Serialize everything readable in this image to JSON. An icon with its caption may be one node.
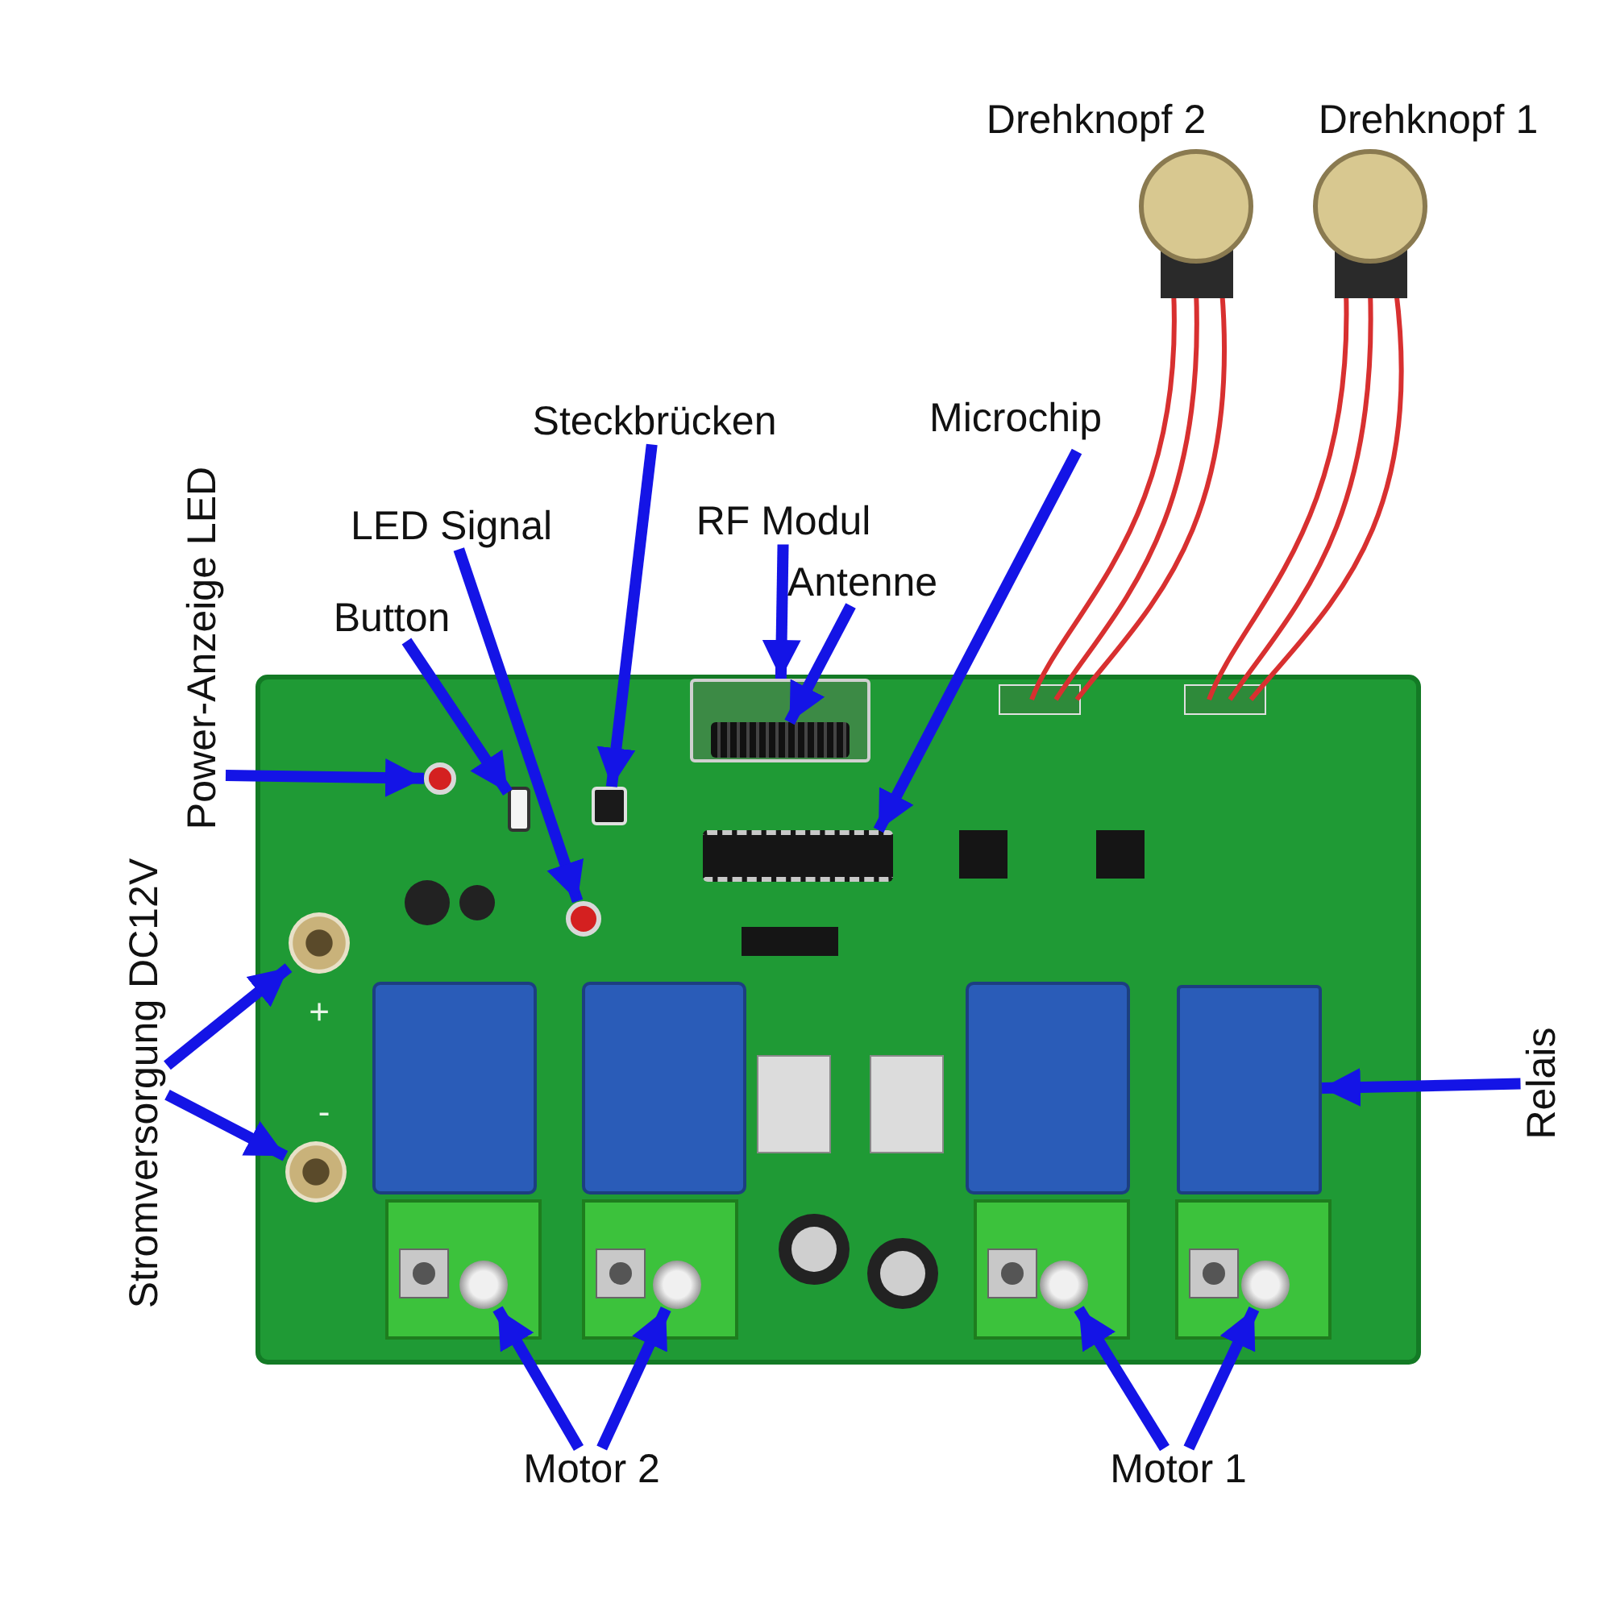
{
  "diagram": {
    "nodes": [
      {
        "text": [
          "Steckbrücken"
        ]
      },
      {
        "text": [
          "Microchip"
        ]
      },
      {
        "text": [
          "LED Signal"
        ]
      },
      {
        "text": [
          "RF Modul"
        ]
      },
      {
        "text": [
          "Antenne"
        ]
      },
      {
        "text": [
          "Button"
        ]
      },
      {
        "text": [
          "Power-Anzeige LED"
        ]
      },
      {
        "text": [
          "Stromversorgung DC12V"
        ]
      },
      {
        "text": [
          "Relais"
        ]
      },
      {
        "text": [
          "Motor 2"
        ]
      },
      {
        "text": [
          "Motor 1"
        ]
      },
      {
        "text": [],
        "shape": "box"
      },
      {
        "text": [],
        "shape": "box"
      },
      {
        "text": [],
        "shape": "circle"
      },
      {
        "text": [],
        "shape": "box"
      },
      {
        "text": [],
        "shape": "box",
        "in": 14
      },
      {
        "text": [],
        "shape": "box"
      },
      {
        "text": [],
        "shape": "circle"
      },
      {
        "text": [],
        "shape": "circle",
        "beside": [
          "+"
        ]
      },
      {
        "text": [],
        "shape": "circle",
        "beside": [
          "-"
        ]
      },
      {
        "text": [],
        "shape": "box"
      },
      {
        "text": [],
        "shape": "circle"
      },
      {
        "text": [],
        "shape": "circle"
      },
      {
        "text": [],
        "shape": "circle"
      },
      {
        "text": [],
        "shape": "circle"
      }
    ],
    "edges": [
      {
        "from": 0,
        "to": 11,
        "arrow": "to"
      },
      {
        "from": 1,
        "to": 12,
        "arrow": "to"
      },
      {
        "from": 2,
        "to": 13,
        "arrow": "to"
      },
      {
        "from": 3,
        "to": 14,
        "arrow": "to"
      },
      {
        "from": 4,
        "to": 15,
        "arrow": "to"
      },
      {
        "from": 5,
        "to": 16,
        "arrow": "to"
      },
      {
        "from": 6,
        "to": 17,
        "arrow": "to"
      },
      {
        "from": 7,
        "to": 18,
        "arrow": "to"
      },
      {
        "from": 7,
        "to": 19,
        "arrow": "to"
      },
      {
        "from": 8,
        "to": 20,
        "arrow": "to"
      },
      {
        "from": 9,
        "to": 21,
        "arrow": "to"
      },
      {
        "from": 9,
        "to": 22,
        "arrow": "to"
      },
      {
        "from": 10,
        "to": 23,
        "arrow": "to"
      },
      {
        "from": 10,
        "to": 24,
        "arrow": "to"
      }
    ],
    "labels": [
      "Drehknopf 2",
      "Drehknopf 1"
    ]
  }
}
